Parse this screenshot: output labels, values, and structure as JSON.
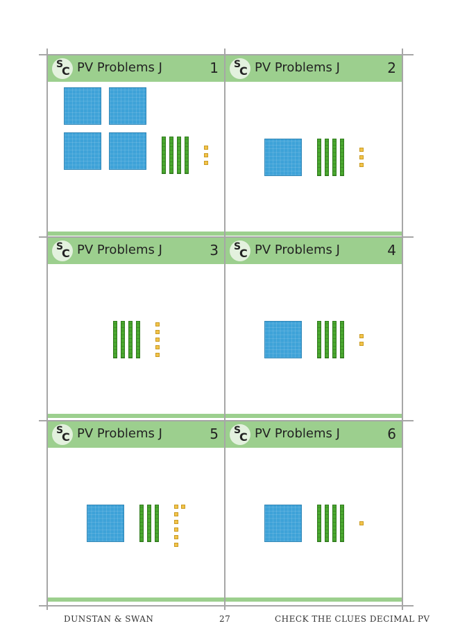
{
  "cards": [
    {
      "title": "PV Problems J",
      "number": "1",
      "flats": 4,
      "rods": 4,
      "units": 3
    },
    {
      "title": "PV Problems J",
      "number": "2",
      "flats": 1,
      "rods": 4,
      "units": 3
    },
    {
      "title": "PV Problems J",
      "number": "3",
      "flats": 0,
      "rods": 4,
      "units": 5
    },
    {
      "title": "PV Problems J",
      "number": "4",
      "flats": 1,
      "rods": 4,
      "units": 2
    },
    {
      "title": "PV Problems J",
      "number": "5",
      "flats": 1,
      "rods": 3,
      "units": 7
    },
    {
      "title": "PV Problems J",
      "number": "6",
      "flats": 1,
      "rods": 4,
      "units": 1
    }
  ],
  "logo": {
    "s": "S",
    "c": "C"
  },
  "footer": {
    "left": "DUNSTAN & SWAN",
    "page": "27",
    "right": "CHECK THE CLUES DECIMAL PV"
  },
  "colors": {
    "header": "#9ccf8e",
    "flat": "#3ea2d8",
    "rod": "#4aa82f",
    "unit": "#f2c34a"
  }
}
